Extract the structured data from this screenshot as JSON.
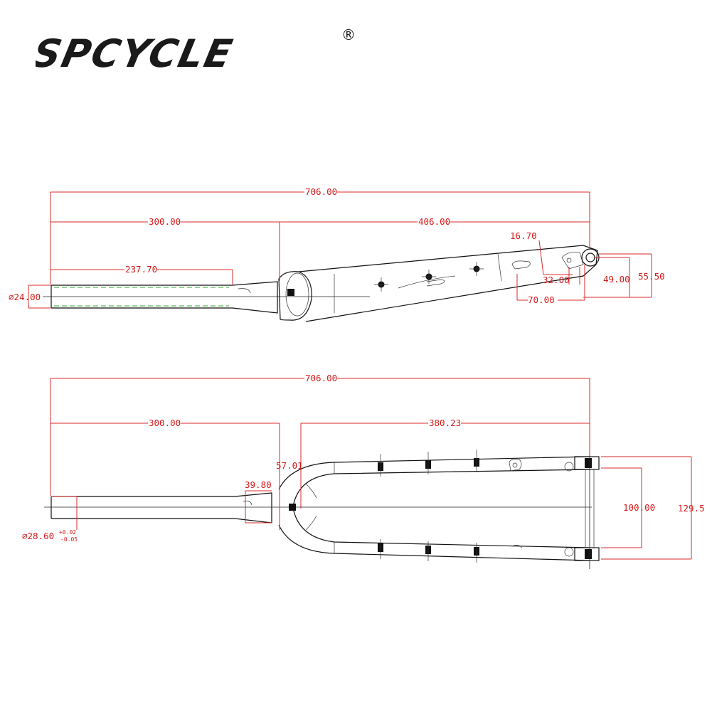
{
  "brand": {
    "name": "SPCYCLE",
    "registered_mark": "®",
    "color": "#1a1a1a"
  },
  "colors": {
    "dimension": "#d9282a",
    "outline": "#111111",
    "hidden": "#2aa52a"
  },
  "side_view": {
    "overall_length": "706.00",
    "steerer_length": "300.00",
    "blade_length": "406.00",
    "steerer_cut_length": "237.70",
    "steerer_diameter": "∅24.00",
    "dropout_offset": "16.70",
    "dropout_height_small": "32.00",
    "dropout_height_mid": "49.00",
    "dropout_height_large": "55.50",
    "rake": "70.00"
  },
  "front_view": {
    "overall_length": "706.00",
    "steerer_length": "300.00",
    "blade_length": "380.23",
    "crown_height": "57.01",
    "crown_race": "39.80",
    "steerer_diameter": "∅28.60",
    "tolerance_upper": "+0.02",
    "tolerance_lower": "-0.05",
    "axle_width": "100.00",
    "overall_width": "129.5"
  }
}
